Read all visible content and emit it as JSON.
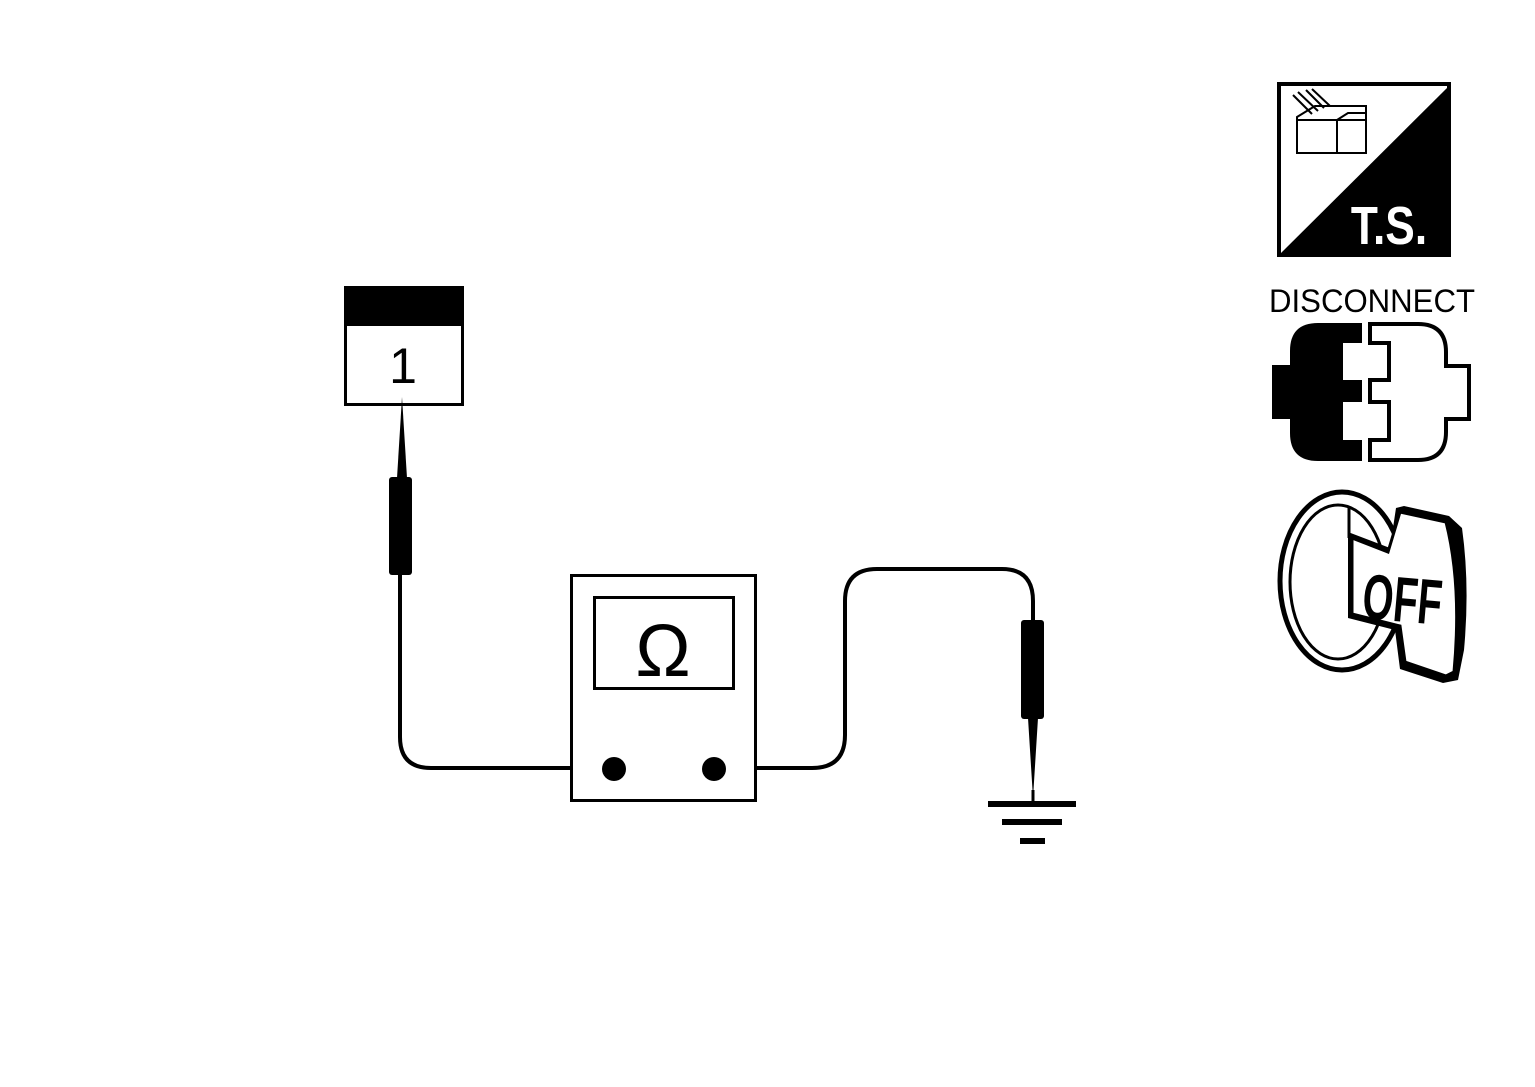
{
  "colors": {
    "ink": "#000000",
    "paper": "#ffffff"
  },
  "connector": {
    "terminal_number": "1"
  },
  "ohmmeter": {
    "symbol": "Ω"
  },
  "icons": {
    "ts_label": "T.S.",
    "disconnect_label": "DISCONNECT",
    "key_label": "OFF",
    "names": [
      "harness-connector-icon",
      "disconnect-connector-icon",
      "ignition-off-icon",
      "ground-icon"
    ]
  }
}
